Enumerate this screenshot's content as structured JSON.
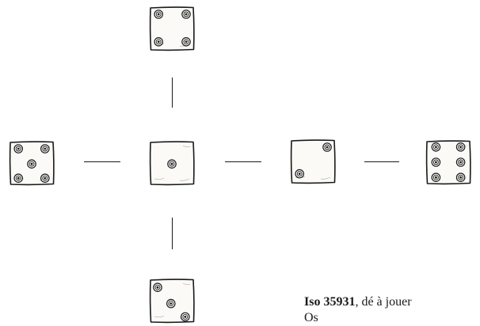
{
  "caption": {
    "inventory_number": "Iso 35931",
    "description": ", dé à jouer",
    "material": "Os"
  },
  "faces": [
    {
      "name": "face-top",
      "pips": 4
    },
    {
      "name": "face-left",
      "pips": 5
    },
    {
      "name": "face-center",
      "pips": 1
    },
    {
      "name": "face-center-right",
      "pips": 2
    },
    {
      "name": "face-right",
      "pips": 6
    },
    {
      "name": "face-bottom",
      "pips": 3
    }
  ],
  "colors": {
    "ink": "#1a1a1a",
    "paper": "#ffffff",
    "face_fill": "#fbfaf6"
  }
}
